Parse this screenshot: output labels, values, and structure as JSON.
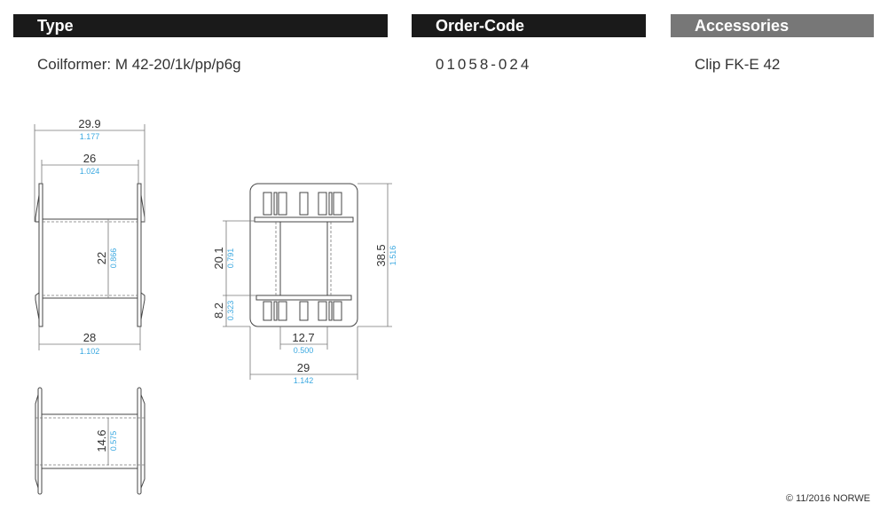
{
  "header": {
    "type_label": "Type",
    "order_label": "Order-Code",
    "accessories_label": "Accessories"
  },
  "row": {
    "type_value": "Coilformer:  M 42-20/1k/pp/p6g",
    "order_value": "01058-024",
    "accessories_value": "Clip FK-E 42"
  },
  "colors": {
    "header_dark": "#1a1a1a",
    "header_gray": "#777777",
    "inch_blue": "#3aa8e0"
  },
  "dims": {
    "side": {
      "w_outer_mm": "29.9",
      "w_outer_in": "1.177",
      "w_inner_mm": "26",
      "w_inner_in": "1.024",
      "h_mm": "22",
      "h_in": "0.866",
      "w_bottom_mm": "28",
      "w_bottom_in": "1.102"
    },
    "top": {
      "h_total_mm": "38.5",
      "h_total_in": "1.516",
      "h_core_mm": "20.1",
      "h_core_in": "0.791",
      "h_flange_mm": "8.2",
      "h_flange_in": "0.323",
      "w_core_mm": "12.7",
      "w_core_in": "0.500",
      "w_total_mm": "29",
      "w_total_in": "1.142"
    },
    "front": {
      "h_mm": "14.6",
      "h_in": "0.575"
    }
  },
  "footer": {
    "copyright": "© 11/2016 NORWE"
  }
}
